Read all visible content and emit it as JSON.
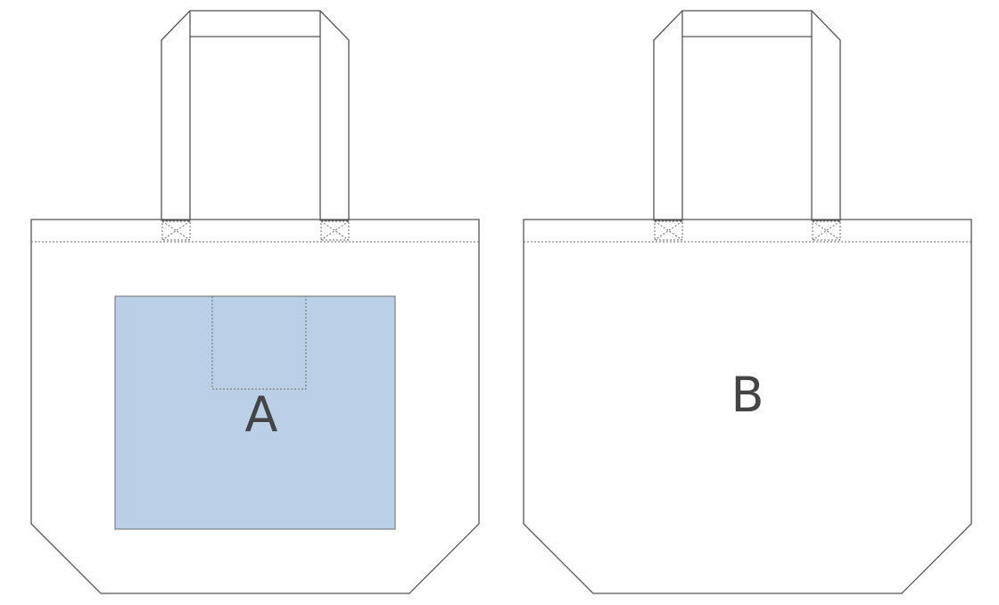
{
  "bags": [
    {
      "id": "A",
      "label": "A",
      "body_color": "#ffffff",
      "area_color": "#b9d0e6",
      "has_pocket": true
    },
    {
      "id": "B",
      "label": "B",
      "body_color": "#c9c9c9",
      "has_pocket": false
    }
  ],
  "colors": {
    "outline": "#555555",
    "background": "#ffffff",
    "label": "#444444"
  }
}
